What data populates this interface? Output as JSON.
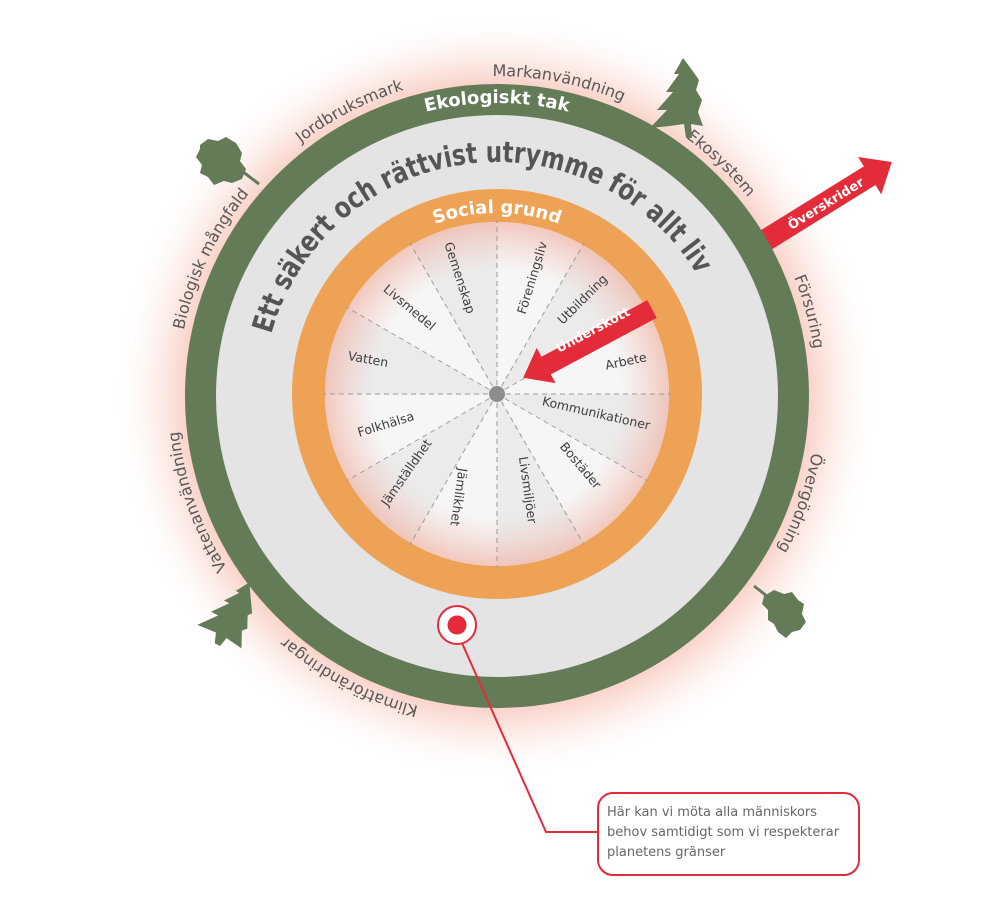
{
  "colors": {
    "ecological_ceiling": "#647b58",
    "social_foundation": "#eda256",
    "safe_space": "#e4e4e4",
    "alert_red": "#e32b3a",
    "glow": "#f9d3c9"
  },
  "ecological_ceiling": {
    "title": "Ekologiskt tak",
    "boundaries": [
      "Biologisk mångfald",
      "Jordbruksmark",
      "Markanvändning",
      "Ekosystem",
      "Försuring",
      "Övergödning",
      "Klimatförändringar",
      "Vattenanvändning"
    ]
  },
  "safe_space": {
    "title": "Ett säkert och rättvist utrymme för allt liv"
  },
  "social_foundation": {
    "title": "Social grund",
    "segments": [
      "Föreningsliv",
      "Utbildning",
      "Arbete",
      "Kommunikationer",
      "Bostäder",
      "Livsmiljöer",
      "Jämlikhet",
      "Jämställdhet",
      "Folkhälsa",
      "Vatten",
      "Livsmedel",
      "Gemenskap"
    ]
  },
  "arrows": {
    "overshoot": "Överskrider",
    "shortfall": "Underskott"
  },
  "callout": {
    "text": "Här kan vi möta alla människors behov samtidigt som vi respekterar planetens gränser"
  },
  "icons": [
    "conifer-tree-icon",
    "deciduous-tree-icon",
    "target-marker-icon"
  ]
}
